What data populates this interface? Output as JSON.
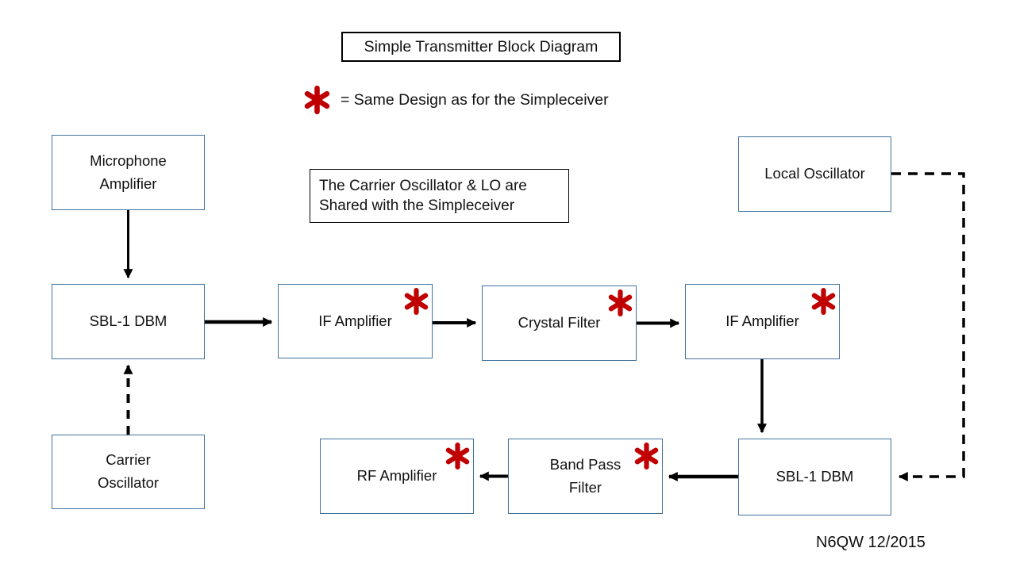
{
  "diagram": {
    "title": "Simple Transmitter Block Diagram",
    "legend": {
      "symbol": "red-asterisk",
      "text": "= Same Design as for the Simpleceiver"
    },
    "note": "The Carrier Oscillator & LO are\nShared with the Simpleceiver",
    "credit": "N6QW 12/2015",
    "colors": {
      "box_border": "#41719c",
      "asterisk_red": "#c00000",
      "connector_black": "#000000"
    },
    "blocks": {
      "microphone_amplifier": {
        "label": "Microphone\nAmplifier",
        "starred": false
      },
      "local_oscillator": {
        "label": "Local Oscillator",
        "starred": false
      },
      "sbl1_dbm_top": {
        "label": "SBL-1 DBM",
        "starred": false
      },
      "if_amplifier_1": {
        "label": "IF Amplifier",
        "starred": true
      },
      "crystal_filter": {
        "label": "Crystal Filter",
        "starred": true
      },
      "if_amplifier_2": {
        "label": "IF Amplifier",
        "starred": true
      },
      "carrier_oscillator": {
        "label": "Carrier\nOscillator",
        "starred": false
      },
      "rf_amplifier": {
        "label": "RF Amplifier",
        "starred": true
      },
      "band_pass_filter": {
        "label": "Band Pass\nFilter",
        "starred": true
      },
      "sbl1_dbm_bottom": {
        "label": "SBL-1 DBM",
        "starred": false
      }
    }
  }
}
